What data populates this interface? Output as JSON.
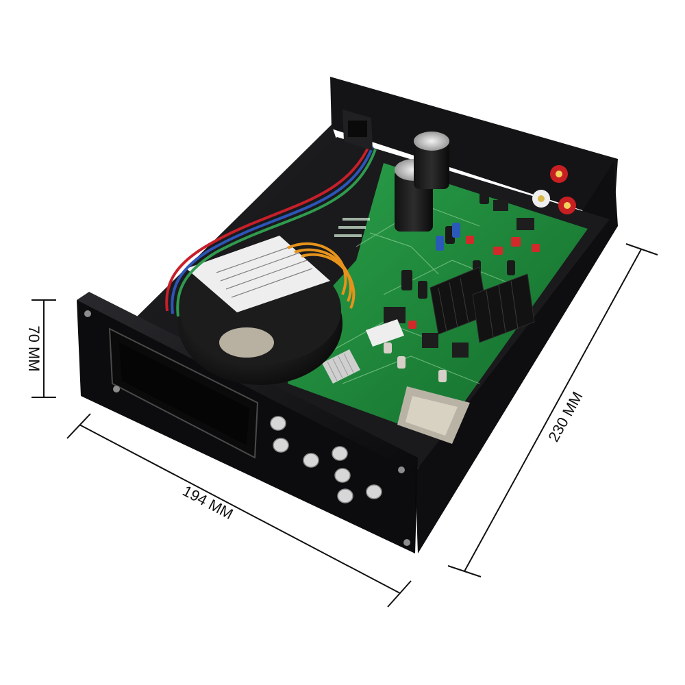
{
  "dimensions": {
    "height_label": "70 MM",
    "width_label": "194 MM",
    "depth_label": "230 MM"
  },
  "colors": {
    "background": "#ffffff",
    "chassis": "#0d0d0f",
    "pcb": "#1f8a3a",
    "dimension_line": "#111111"
  }
}
